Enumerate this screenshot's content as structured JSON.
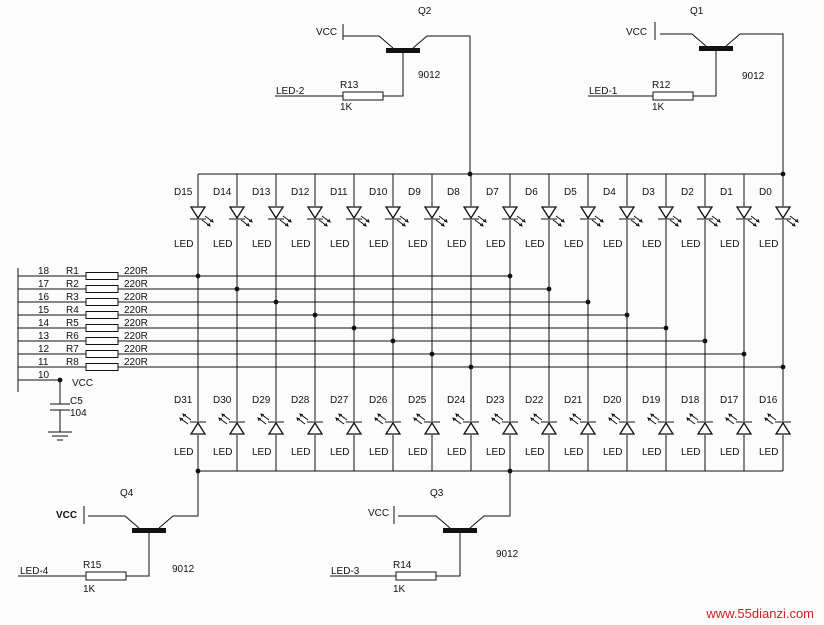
{
  "vcc": "VCC",
  "transistors": [
    {
      "ref": "Q2",
      "part": "9012",
      "drive": "LED-2",
      "res": "R13",
      "res_val": "1K"
    },
    {
      "ref": "Q1",
      "part": "9012",
      "drive": "LED-1",
      "res": "R12",
      "res_val": "1K"
    },
    {
      "ref": "Q4",
      "part": "9012",
      "drive": "LED-4",
      "res": "R15",
      "res_val": "1K"
    },
    {
      "ref": "Q3",
      "part": "9012",
      "drive": "LED-3",
      "res": "R14",
      "res_val": "1K"
    }
  ],
  "top_leds": [
    "D15",
    "D14",
    "D13",
    "D12",
    "D11",
    "D10",
    "D9",
    "D8",
    "D7",
    "D6",
    "D5",
    "D4",
    "D3",
    "D2",
    "D1",
    "D0"
  ],
  "bottom_leds": [
    "D31",
    "D30",
    "D29",
    "D28",
    "D27",
    "D26",
    "D25",
    "D24",
    "D23",
    "D22",
    "D21",
    "D20",
    "D19",
    "D18",
    "D17",
    "D16"
  ],
  "led_type": "LED",
  "resistors": [
    {
      "pin": "18",
      "ref": "R1",
      "val": "220R"
    },
    {
      "pin": "17",
      "ref": "R2",
      "val": "220R"
    },
    {
      "pin": "16",
      "ref": "R3",
      "val": "220R"
    },
    {
      "pin": "15",
      "ref": "R4",
      "val": "220R"
    },
    {
      "pin": "14",
      "ref": "R5",
      "val": "220R"
    },
    {
      "pin": "13",
      "ref": "R6",
      "val": "220R"
    },
    {
      "pin": "12",
      "ref": "R7",
      "val": "220R"
    },
    {
      "pin": "11",
      "ref": "R8",
      "val": "220R"
    }
  ],
  "pin10": "10",
  "capacitor": {
    "ref": "C5",
    "val": "104"
  },
  "watermark": "www.55dianzi.com",
  "colors": {
    "ink": "#111111",
    "watermark": "#cc2222"
  }
}
